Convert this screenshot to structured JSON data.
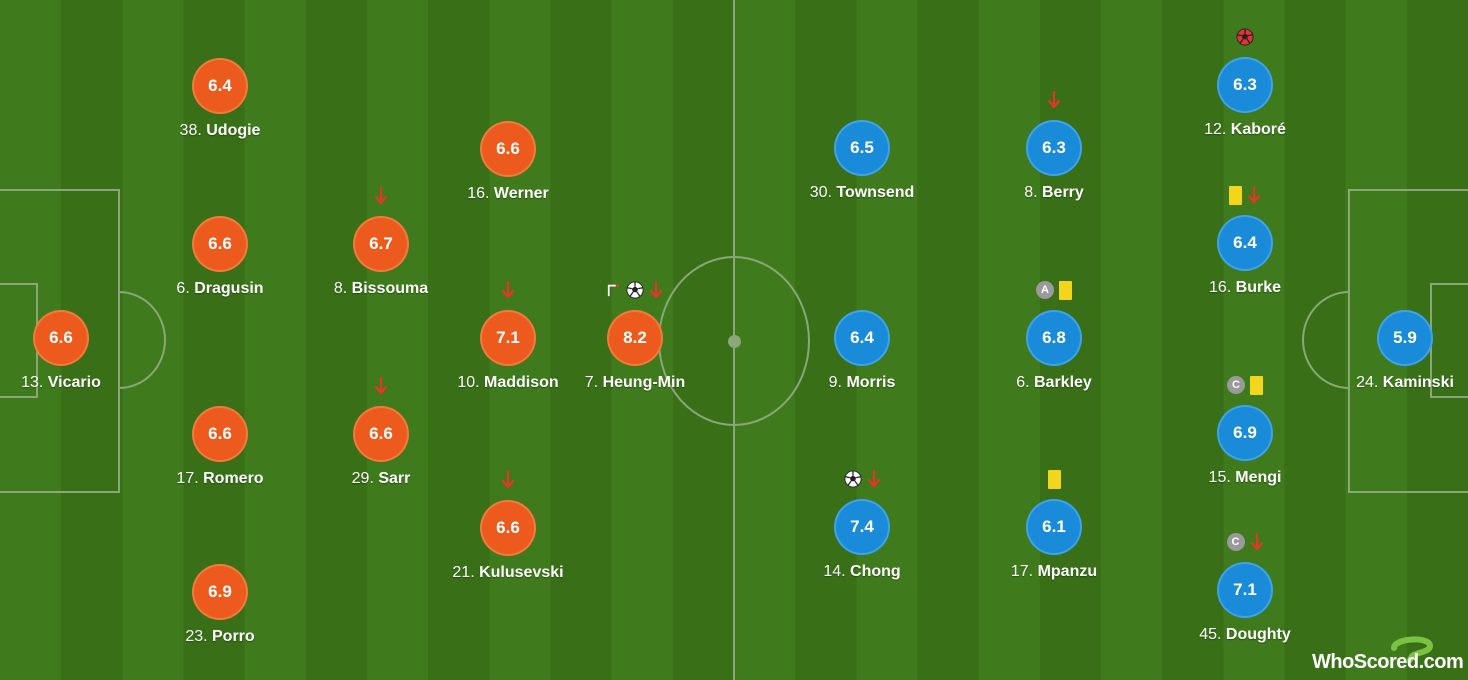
{
  "brand": {
    "name": "WhoScored",
    "suffix": ".com"
  },
  "colors": {
    "home": "#ec5b1d",
    "away": "#1a8bd8",
    "yellow_card": "#f3d61c",
    "sub_arrow": "#e8352b"
  },
  "home": {
    "players": [
      {
        "id": "h1",
        "num": "13.",
        "name": "Vicario",
        "rating": "6.6",
        "events": []
      },
      {
        "id": "h2",
        "num": "38.",
        "name": "Udogie",
        "rating": "6.4",
        "events": []
      },
      {
        "id": "h3",
        "num": "6.",
        "name": "Dragusin",
        "rating": "6.6",
        "events": []
      },
      {
        "id": "h4",
        "num": "17.",
        "name": "Romero",
        "rating": "6.6",
        "events": []
      },
      {
        "id": "h5",
        "num": "23.",
        "name": "Porro",
        "rating": "6.9",
        "events": []
      },
      {
        "id": "h6",
        "num": "8.",
        "name": "Bissouma",
        "rating": "6.7",
        "events": [
          "sub-out"
        ]
      },
      {
        "id": "h7",
        "num": "29.",
        "name": "Sarr",
        "rating": "6.6",
        "events": [
          "sub-out"
        ]
      },
      {
        "id": "h8",
        "num": "16.",
        "name": "Werner",
        "rating": "6.6",
        "events": []
      },
      {
        "id": "h9",
        "num": "10.",
        "name": "Maddison",
        "rating": "7.1",
        "events": [
          "sub-out"
        ]
      },
      {
        "id": "h10",
        "num": "21.",
        "name": "Kulusevski",
        "rating": "6.6",
        "events": [
          "sub-out"
        ]
      },
      {
        "id": "h11",
        "num": "7.",
        "name": "Heung-Min",
        "rating": "8.2",
        "events": [
          "assist",
          "goal",
          "sub-out"
        ]
      }
    ]
  },
  "away": {
    "players": [
      {
        "id": "a1",
        "num": "24.",
        "name": "Kaminski",
        "rating": "5.9",
        "events": []
      },
      {
        "id": "a2",
        "num": "12.",
        "name": "Kaboré",
        "rating": "6.3",
        "events": [
          "own-goal"
        ]
      },
      {
        "id": "a3",
        "num": "16.",
        "name": "Burke",
        "rating": "6.4",
        "events": [
          "yellow-card",
          "sub-out"
        ]
      },
      {
        "id": "a4",
        "num": "15.",
        "name": "Mengi",
        "rating": "6.9",
        "events": [
          "captain",
          "yellow-card"
        ]
      },
      {
        "id": "a5",
        "num": "45.",
        "name": "Doughty",
        "rating": "7.1",
        "events": [
          "captain",
          "sub-out"
        ]
      },
      {
        "id": "a6",
        "num": "8.",
        "name": "Berry",
        "rating": "6.3",
        "events": [
          "sub-out"
        ]
      },
      {
        "id": "a7",
        "num": "6.",
        "name": "Barkley",
        "rating": "6.8",
        "events": [
          "assist-badge",
          "yellow-card"
        ]
      },
      {
        "id": "a8",
        "num": "17.",
        "name": "Mpanzu",
        "rating": "6.1",
        "events": [
          "yellow-card"
        ]
      },
      {
        "id": "a9",
        "num": "30.",
        "name": "Townsend",
        "rating": "6.5",
        "events": []
      },
      {
        "id": "a10",
        "num": "9.",
        "name": "Morris",
        "rating": "6.4",
        "events": []
      },
      {
        "id": "a11",
        "num": "14.",
        "name": "Chong",
        "rating": "7.4",
        "events": [
          "goal",
          "sub-out"
        ]
      }
    ]
  },
  "badges": {
    "captain": "C",
    "assist-badge": "A"
  }
}
